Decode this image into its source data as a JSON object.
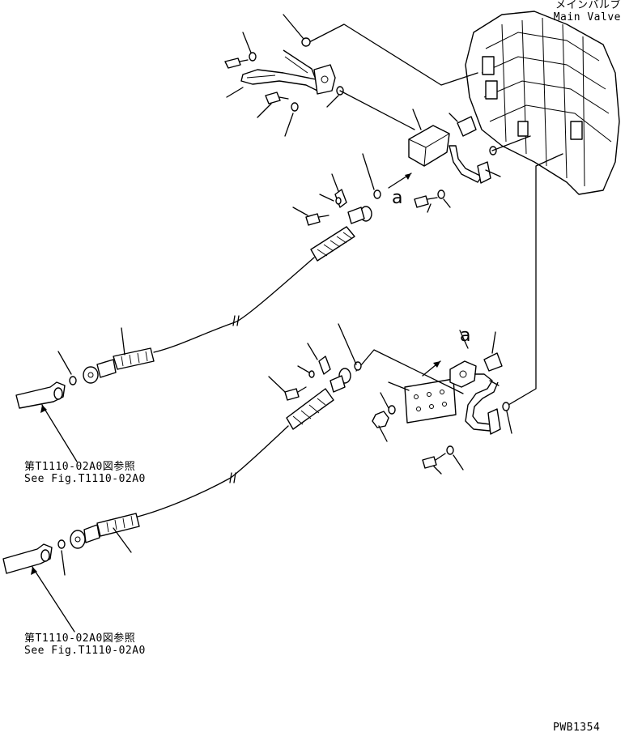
{
  "labels": {
    "main_valve_jp": "メインバルブ",
    "main_valve_en": "Main Valve",
    "ref_upper_jp": "第T1110-02A0図参照",
    "ref_upper_en": "See Fig.T1110-02A0",
    "ref_lower_jp": "第T1110-02A0図参照",
    "ref_lower_en": "See Fig.T1110-02A0",
    "view_letter_upper": "a",
    "view_letter_lower": "a",
    "drawing_code": "PWB1354"
  }
}
